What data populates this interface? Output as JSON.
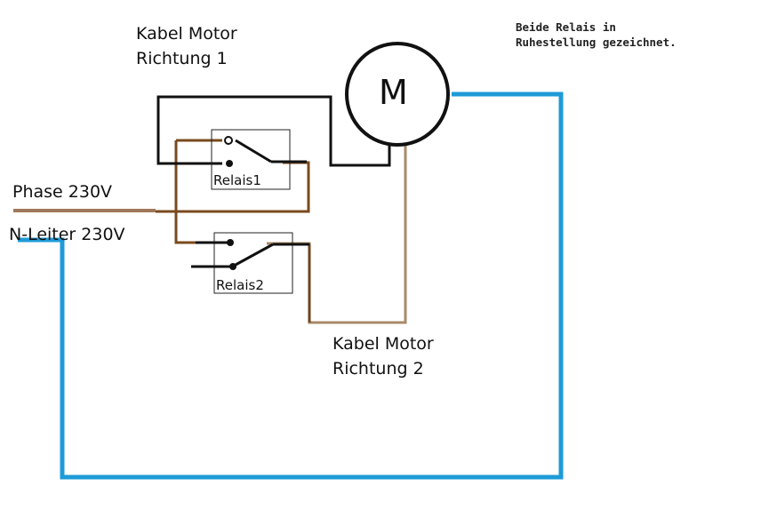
{
  "diagram": {
    "note_lines": [
      "Beide Relais in",
      "Ruhestellung gezeichnet."
    ],
    "motor": {
      "symbol": "M"
    },
    "labels": {
      "cable_dir1": [
        "Kabel Motor",
        "Richtung 1"
      ],
      "cable_dir2": [
        "Kabel Motor",
        "Richtung 2"
      ],
      "phase": "Phase 230V",
      "neutral": "N-Leiter 230V"
    },
    "relays": [
      {
        "name": "Relais1"
      },
      {
        "name": "Relais2"
      }
    ],
    "colors": {
      "phase_wire": "#a0785a",
      "brown_wire": "#7a4a1e",
      "neutral_wire": "#1e9bd7",
      "black_wire": "#111111",
      "motor_brown_wire": "#a88a6a"
    }
  }
}
